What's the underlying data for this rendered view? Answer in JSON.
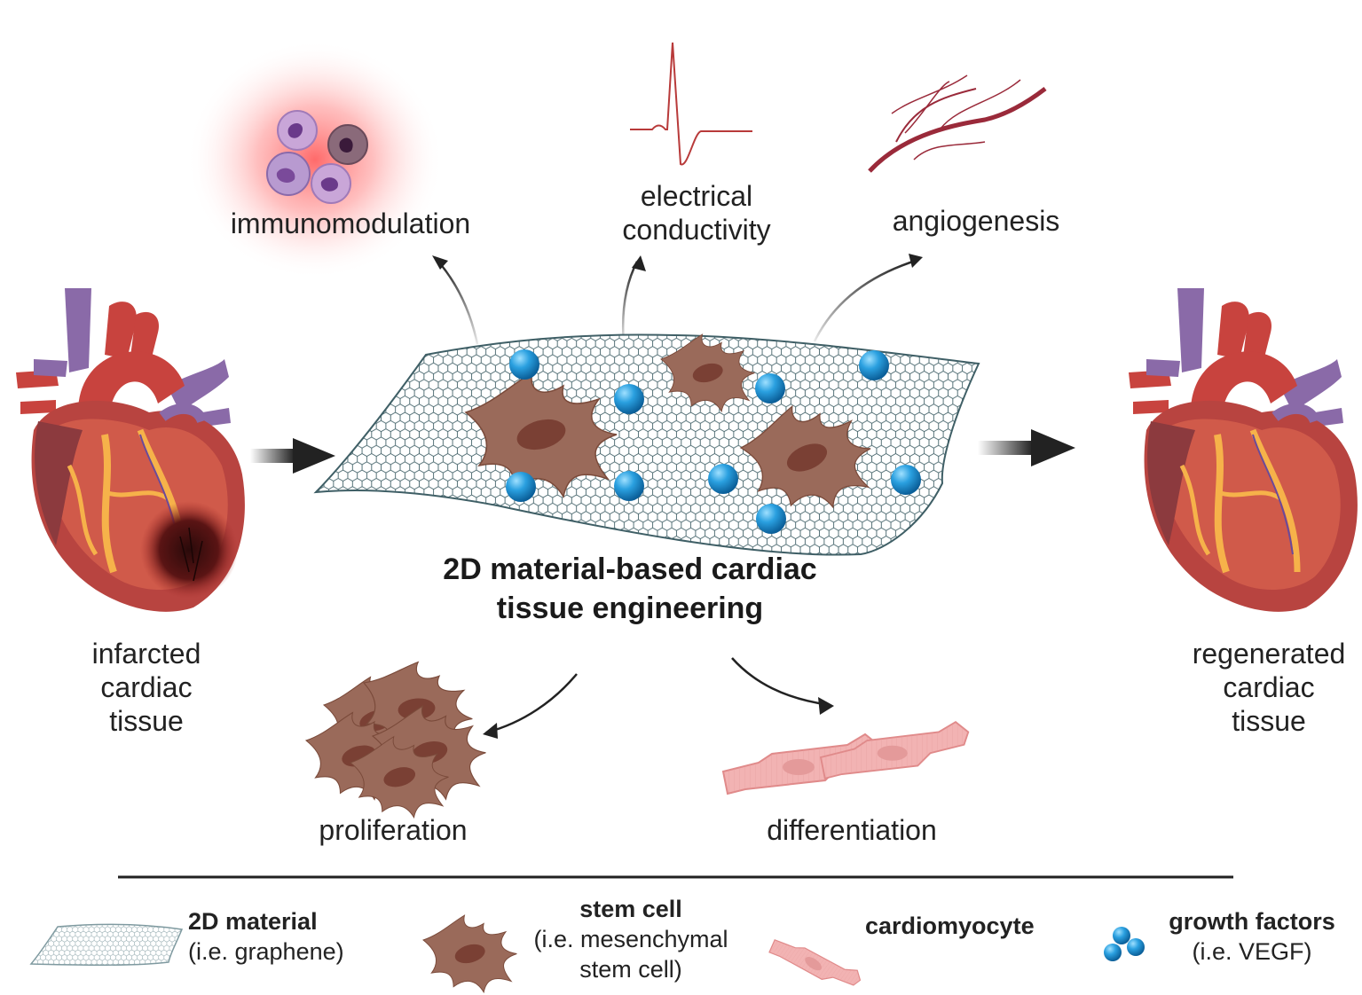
{
  "center_title": {
    "line1": "2D material-based cardiac",
    "line2": "tissue engineering"
  },
  "left_heart": {
    "line1": "infarcted",
    "line2": "cardiac",
    "line3": "tissue"
  },
  "right_heart": {
    "line1": "regenerated",
    "line2": "cardiac",
    "line3": "tissue"
  },
  "effects": {
    "immunomodulation": "immunomodulation",
    "electrical_line1": "electrical",
    "electrical_line2": "conductivity",
    "angiogenesis": "angiogenesis",
    "proliferation": "proliferation",
    "differentiation": "differentiation"
  },
  "legend": {
    "material": {
      "title": "2D material",
      "sub": "(i.e. graphene)"
    },
    "stem_cell": {
      "title": "stem cell",
      "sub1": "(i.e. mesenchymal",
      "sub2": "stem cell)"
    },
    "cardiomyocyte": {
      "title": "cardiomyocyte"
    },
    "growth_factors": {
      "title": "growth factors",
      "sub": "(i.e. VEGF)"
    }
  },
  "colors": {
    "heart_red": "#c8433e",
    "vein_purple": "#8a6aa8",
    "stem_cell": "#9a6a5a",
    "growth_factor": "#1e8fd0",
    "mesh": "#3f5f66",
    "vessel": "#9a2a3a",
    "inflammation_glow": "#ff6060",
    "cardiomyocyte": "#f2b3b3"
  }
}
